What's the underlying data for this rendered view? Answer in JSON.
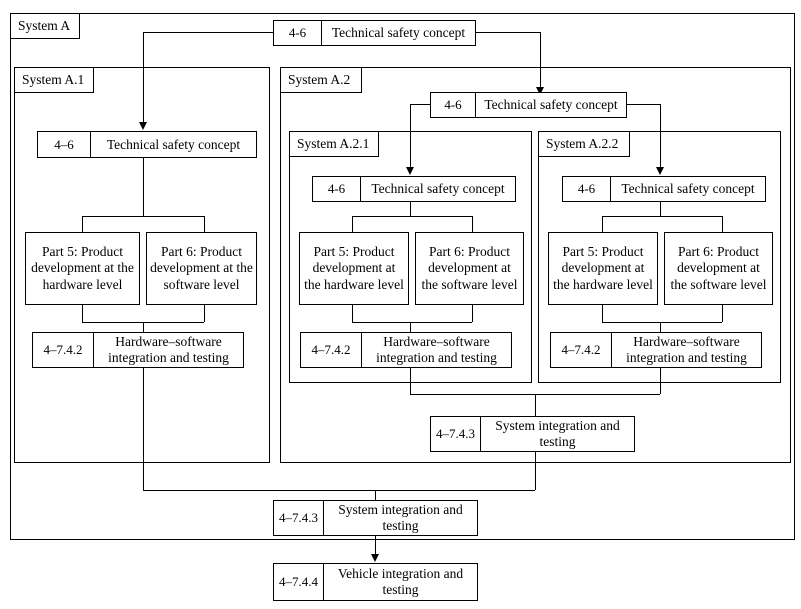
{
  "diagram": {
    "title_hidden": "",
    "containers": [
      {
        "id": "system-a",
        "label": "System A"
      },
      {
        "id": "system-a1",
        "label": "System A.1"
      },
      {
        "id": "system-a2",
        "label": "System A.2"
      },
      {
        "id": "system-a21",
        "label": "System A.2.1"
      },
      {
        "id": "system-a22",
        "label": "System A.2.2"
      }
    ],
    "nodes": {
      "tsc_top": {
        "ref": "4-6",
        "title": "Technical safety concept"
      },
      "tsc_a1": {
        "ref": "4–6",
        "title": "Technical safety concept"
      },
      "tsc_a2": {
        "ref": "4-6",
        "title": "Technical safety concept"
      },
      "tsc_a21": {
        "ref": "4-6",
        "title": "Technical safety concept"
      },
      "tsc_a22": {
        "ref": "4-6",
        "title": "Technical safety concept"
      },
      "part5_a1": {
        "title": "Part 5: Product development at the hardware level"
      },
      "part6_a1": {
        "title": "Part 6: Product development at the software level"
      },
      "part5_a21": {
        "title": "Part 5: Product development at the hardware level"
      },
      "part6_a21": {
        "title": "Part 6: Product development at the software level"
      },
      "part5_a22": {
        "title": "Part 5: Product development at the hardware level"
      },
      "part6_a22": {
        "title": "Part 6: Product development at the software level"
      },
      "hwsw_a1": {
        "ref": "4–7.4.2",
        "title": "Hardware–software integration and testing"
      },
      "hwsw_a21": {
        "ref": "4–7.4.2",
        "title": "Hardware–software integration and testing"
      },
      "hwsw_a22": {
        "ref": "4–7.4.2",
        "title": "Hardware–software integration and testing"
      },
      "sysint_a2": {
        "ref": "4–7.4.3",
        "title": "System integration and testing"
      },
      "sysint_a": {
        "ref": "4–7.4.3",
        "title": "System integration and testing"
      },
      "vehint": {
        "ref": "4–7.4.4",
        "title": "Vehicle integration and testing"
      }
    }
  }
}
